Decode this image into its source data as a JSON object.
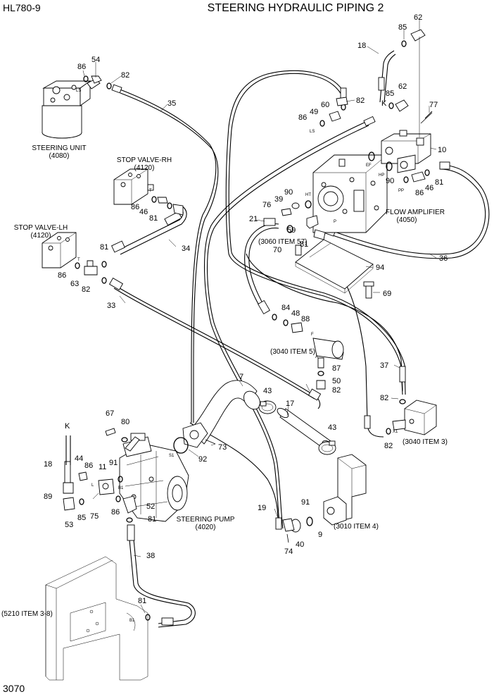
{
  "header": {
    "model": "HL780-9",
    "title": "STEERING HYDRAULIC PIPING 2",
    "page_number": "3070"
  },
  "components": {
    "steering_unit": {
      "name": "STEERING UNIT",
      "ref": "(4080)"
    },
    "stop_valve_rh": {
      "name": "STOP VALVE-RH",
      "ref": "(4120)"
    },
    "stop_valve_lh": {
      "name": "STOP VALVE-LH",
      "ref": "(4120)"
    },
    "flow_amplifier": {
      "name": "FLOW AMPLIFIER",
      "ref": "(4050)"
    },
    "steering_pump": {
      "name": "STEERING PUMP",
      "ref": "(4020)"
    }
  },
  "references": {
    "item_3060": "(3060 ITEM 57)",
    "item_3040_5": "(3040 ITEM 5)",
    "item_3040_3": "(3040 ITEM 3)",
    "item_3010_4": "(3010 ITEM 4)",
    "item_5210": "(5210 ITEM 3-8)"
  },
  "port_labels": {
    "k_top": "K",
    "k_left": "K",
    "ls_a": "LS",
    "ls_b": "LS",
    "t_a": "T",
    "t_b": "T",
    "ef": "EF",
    "ht": "HT",
    "hp": "HP",
    "pp": "PP",
    "p": "P",
    "f": "F",
    "a": "A",
    "x1": "X1",
    "s1": "S1",
    "b1_a": "B1",
    "b1_b": "B1",
    "l": "L"
  },
  "callouts": {
    "c54": "54",
    "c86a": "86",
    "c82a": "82",
    "c35": "35",
    "c18a": "18",
    "c85a": "85",
    "c62a": "62",
    "c60": "60",
    "c82b": "82",
    "c49": "49",
    "c86b": "86",
    "c85b": "85",
    "c62b": "62",
    "c77": "77",
    "c10": "10",
    "c90a": "90",
    "c81a": "81",
    "c46a": "46",
    "c86c": "86",
    "c86d": "86",
    "c46b": "46",
    "c81b": "81",
    "c34": "34",
    "c81c": "81",
    "c86e": "86",
    "c63": "63",
    "c82c": "82",
    "c33": "33",
    "c39": "39",
    "c76": "76",
    "c90b": "90",
    "c21": "21",
    "c59": "59",
    "c70": "70",
    "c81d": "81",
    "c36": "36",
    "c94": "94",
    "c69": "69",
    "c84": "84",
    "c48": "48",
    "c88": "88",
    "c87": "87",
    "c50": "50",
    "c82d": "82",
    "c37": "37",
    "c82e": "82",
    "c82f": "82",
    "c7": "7",
    "c43a": "43",
    "c17": "17",
    "c43b": "43",
    "c67": "67",
    "c80": "80",
    "c73": "73",
    "c92": "92",
    "c18b": "18",
    "c44": "44",
    "c86f": "86",
    "c11": "11",
    "c91a": "91",
    "c89": "89",
    "c85c": "85",
    "c75": "75",
    "c86g": "86",
    "c52": "52",
    "c81e": "81",
    "c53": "53",
    "c19": "19",
    "c91b": "91",
    "c9": "9",
    "c74": "74",
    "c40": "40",
    "c38": "38",
    "c81f": "81"
  }
}
